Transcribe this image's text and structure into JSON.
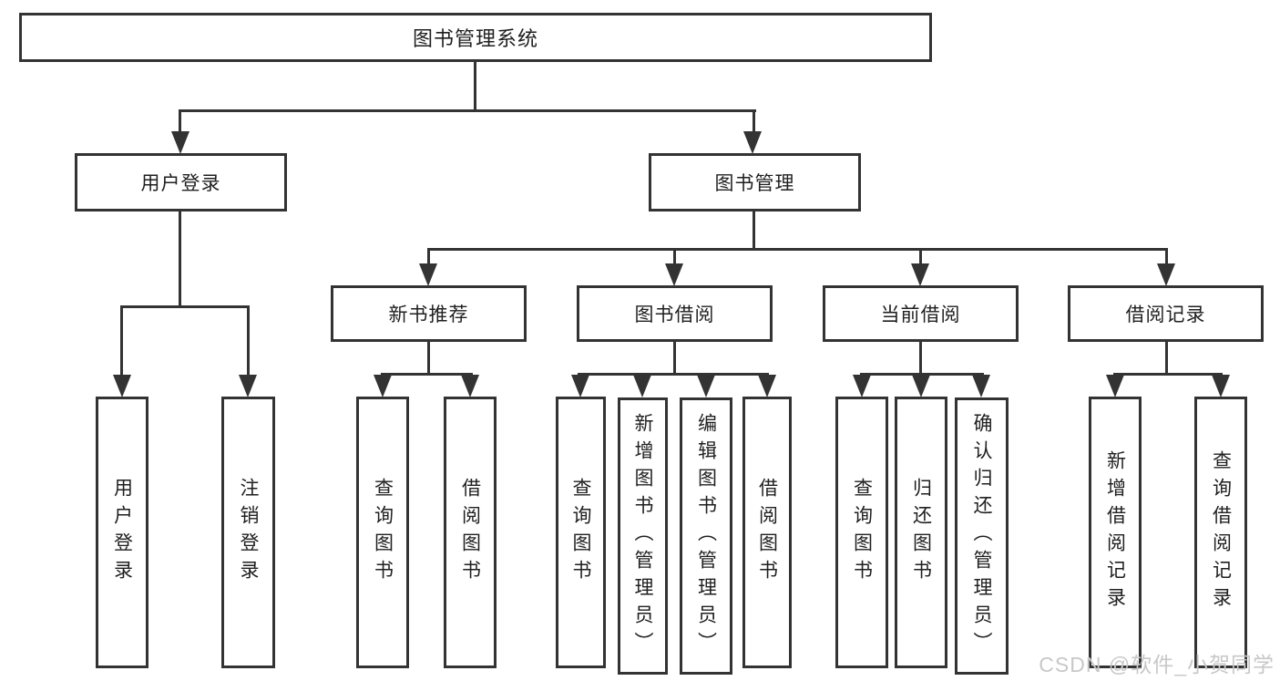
{
  "tree": {
    "label": "图书管理系统",
    "children": [
      {
        "label": "用户登录",
        "children": [
          {
            "label": "用户登录"
          },
          {
            "label": "注销登录"
          }
        ]
      },
      {
        "label": "图书管理",
        "children": [
          {
            "label": "新书推荐",
            "children": [
              {
                "label": "查询图书"
              },
              {
                "label": "借阅图书"
              }
            ]
          },
          {
            "label": "图书借阅",
            "children": [
              {
                "label": "查询图书"
              },
              {
                "label": "新增图书（管理员）"
              },
              {
                "label": "编辑图书（管理员）"
              },
              {
                "label": "借阅图书"
              }
            ]
          },
          {
            "label": "当前借阅",
            "children": [
              {
                "label": "查询图书"
              },
              {
                "label": "归还图书"
              },
              {
                "label": "确认归还（管理员）"
              }
            ]
          },
          {
            "label": "借阅记录",
            "children": [
              {
                "label": "新增借阅记录"
              },
              {
                "label": "查询借阅记录"
              }
            ]
          }
        ]
      }
    ]
  },
  "watermark": {
    "text": "CSDN @软件_小贺同学"
  },
  "colors": {
    "line": "#333333",
    "text": "#1f1f1f",
    "watermark": "#c8c8c8",
    "background": "#ffffff"
  }
}
